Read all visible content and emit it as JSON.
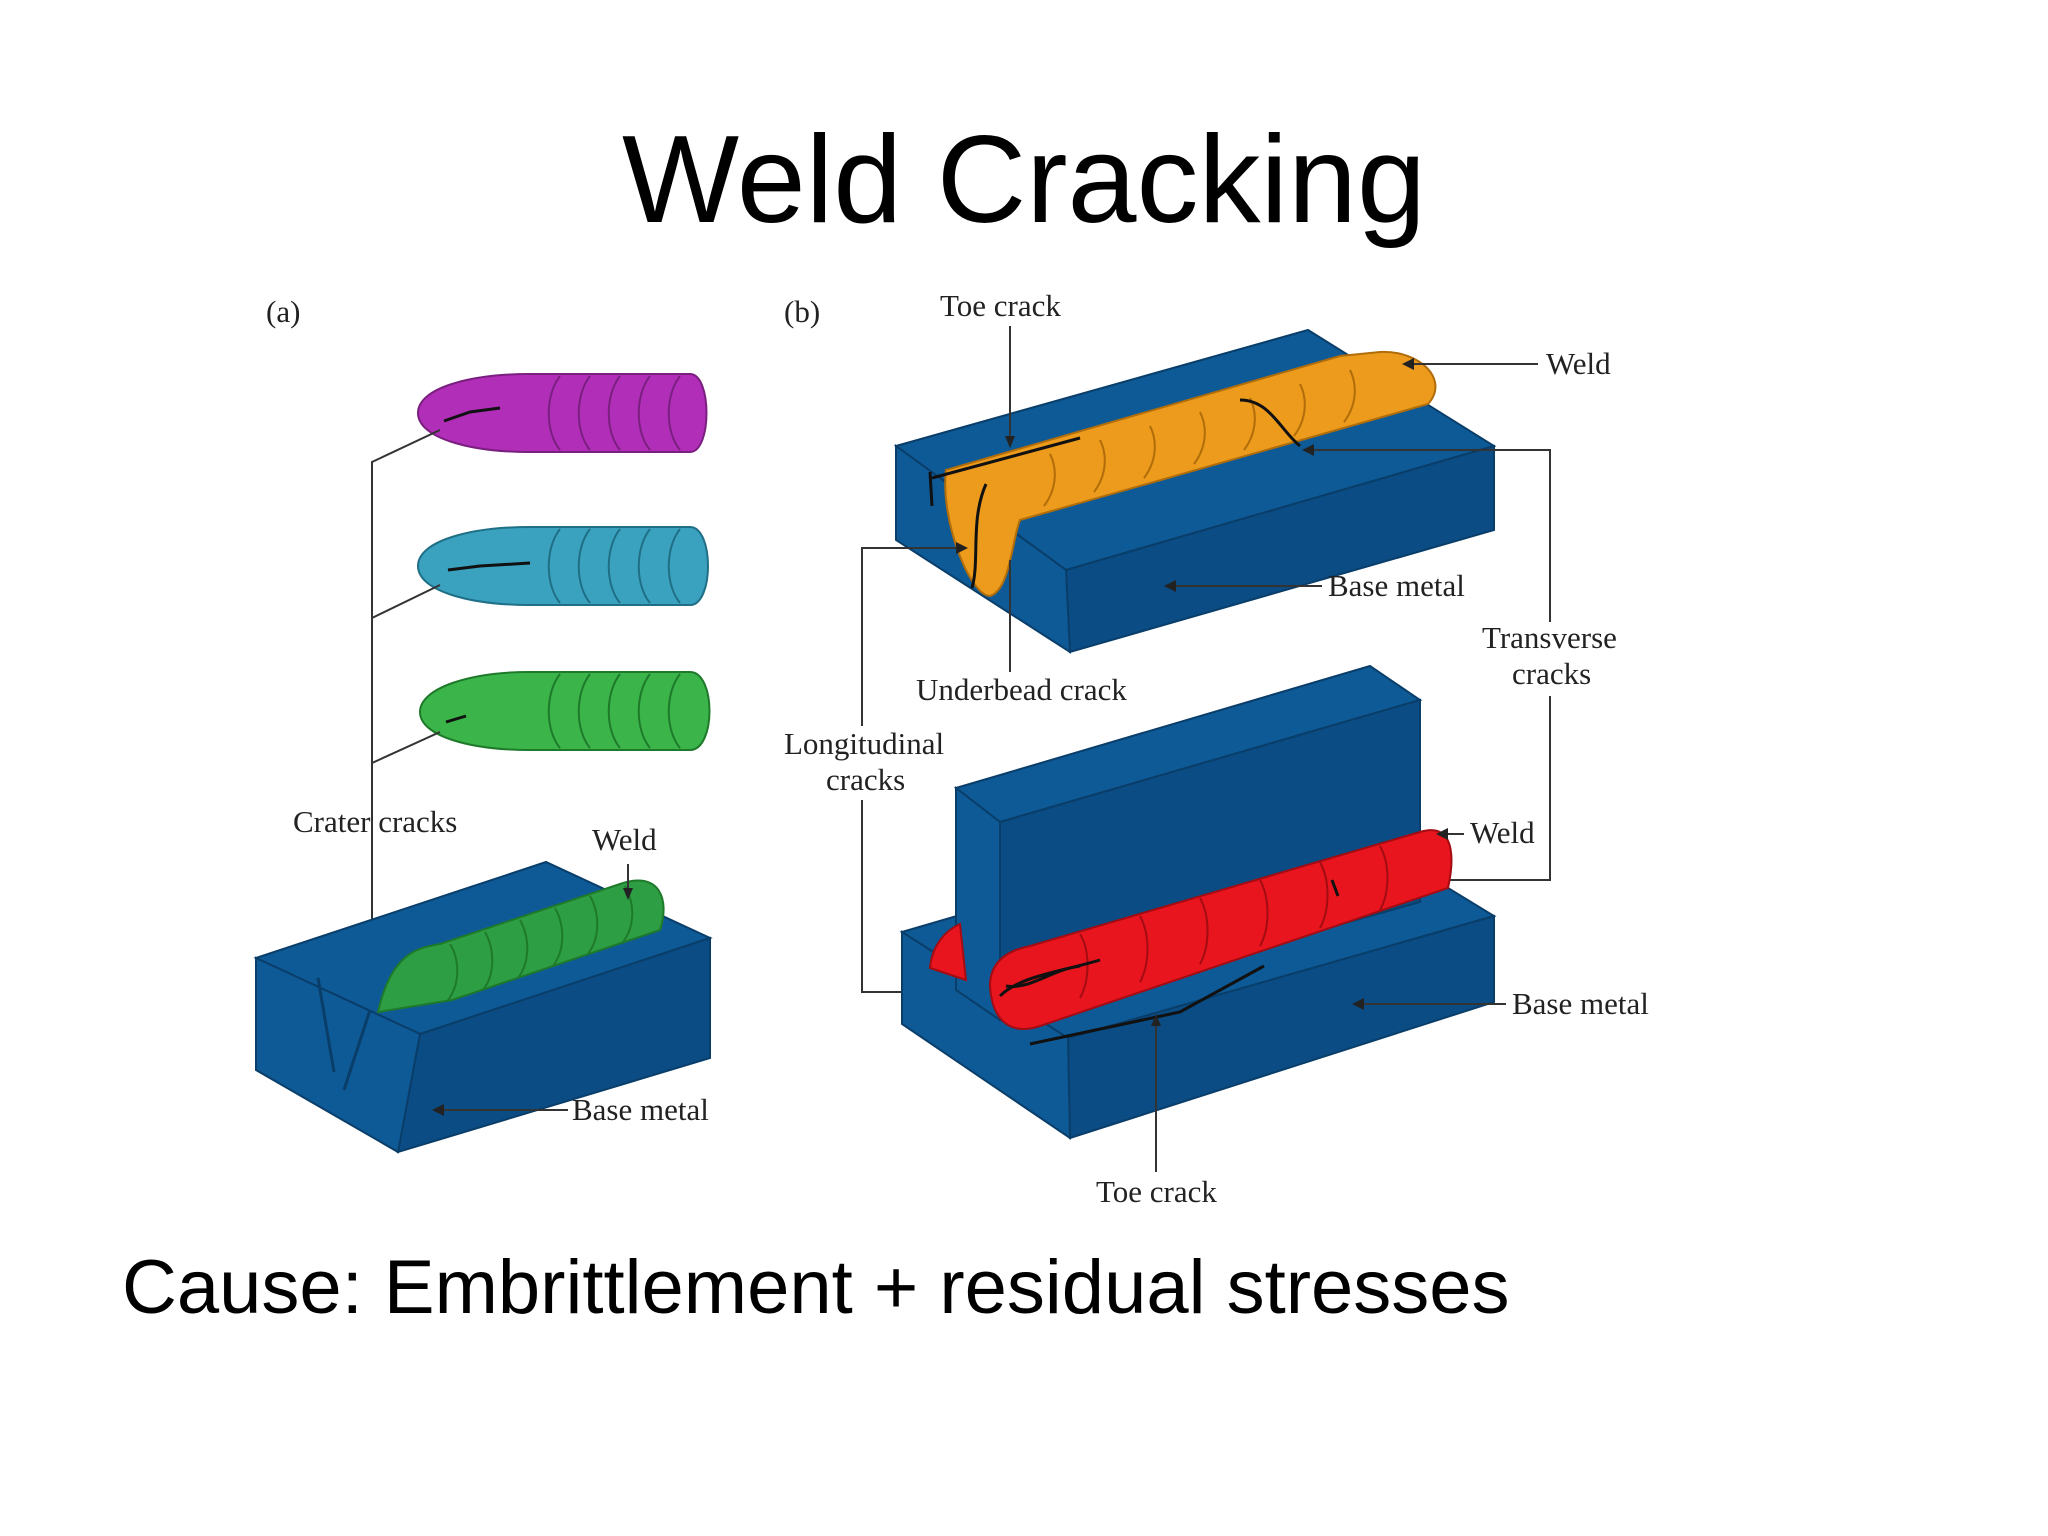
{
  "title": "Weld Cracking",
  "cause": "Cause: Embrittlement + residual stresses",
  "panel_a": {
    "label": "(a)",
    "crater_cracks": "Crater cracks",
    "weld": "Weld",
    "base_metal": "Base metal"
  },
  "panel_b": {
    "label": "(b)",
    "toe_crack_top": "Toe crack",
    "weld_top": "Weld",
    "base_metal_top": "Base metal",
    "underbead_crack": "Underbead crack",
    "transverse_cracks_1": "Transverse",
    "transverse_cracks_2": "cracks",
    "longitudinal_cracks_1": "Longitudinal",
    "longitudinal_cracks_2": "cracks",
    "weld_bottom": "Weld",
    "base_metal_bottom": "Base metal",
    "toe_crack_bottom": "Toe crack"
  },
  "colors": {
    "steel": "#0e5a96",
    "bead_magenta": "#b12fb8",
    "bead_teal": "#3aa2bf",
    "bead_green": "#3bb54a",
    "weld_orange": "#ec9b1c",
    "weld_red": "#e8141e"
  }
}
